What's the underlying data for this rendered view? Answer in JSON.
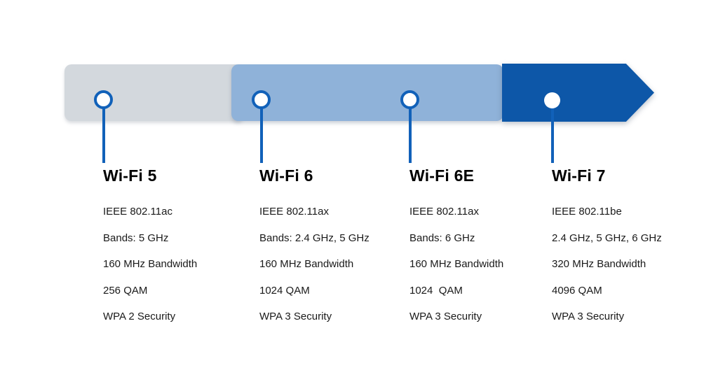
{
  "diagram": {
    "type": "timeline-infographic",
    "subject": "Wi-Fi generation comparison",
    "colors": {
      "segment_wifi5": "#d3d8dd",
      "segment_wifi6_6e": "#8fb2d9",
      "segment_wifi7": "#0d57a8",
      "connector_blue": "#1161b9",
      "text": "#1a1a1a",
      "background": "#ffffff"
    },
    "generations": [
      {
        "name": "Wi-Fi 5",
        "details": [
          "IEEE 802.11ac",
          "Bands: 5 GHz",
          "160 MHz Bandwidth",
          "256 QAM",
          "WPA 2 Security"
        ]
      },
      {
        "name": "Wi-Fi 6",
        "details": [
          "IEEE 802.11ax",
          "Bands: 2.4 GHz, 5 GHz",
          "160 MHz Bandwidth",
          "1024 QAM",
          "WPA 3 Security"
        ]
      },
      {
        "name": "Wi-Fi 6E",
        "details": [
          "IEEE 802.11ax",
          "Bands: 6 GHz",
          "160 MHz Bandwidth",
          "1024  QAM",
          "WPA 3 Security"
        ]
      },
      {
        "name": "Wi-Fi 7",
        "details": [
          "IEEE 802.11be",
          "2.4 GHz, 5 GHz, 6 GHz",
          "320 MHz Bandwidth",
          "4096 QAM",
          "WPA 3 Security"
        ]
      }
    ]
  }
}
